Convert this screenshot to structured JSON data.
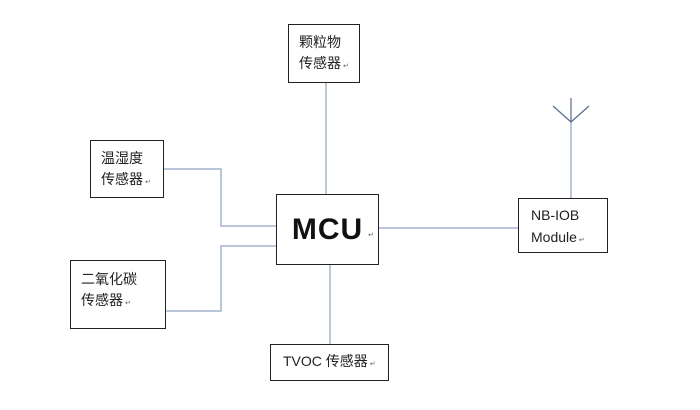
{
  "diagram": {
    "mcu": {
      "label": "MCU"
    },
    "particle_sensor": {
      "line1": "颗粒物",
      "line2": "传感器"
    },
    "humidity_sensor": {
      "line1": "温湿度",
      "line2": "传感器"
    },
    "co2_sensor": {
      "line1": "二氧化碳",
      "line2": "传感器"
    },
    "tvoc_sensor": {
      "label": "TVOC 传感器"
    },
    "nb_module": {
      "line1": "NB-IOB",
      "line2": "Module"
    },
    "paragraph_mark": "↵",
    "colors": {
      "connector": "#8ea3bf",
      "box_border": "#222222",
      "antenna": "#5a6e8c"
    }
  }
}
